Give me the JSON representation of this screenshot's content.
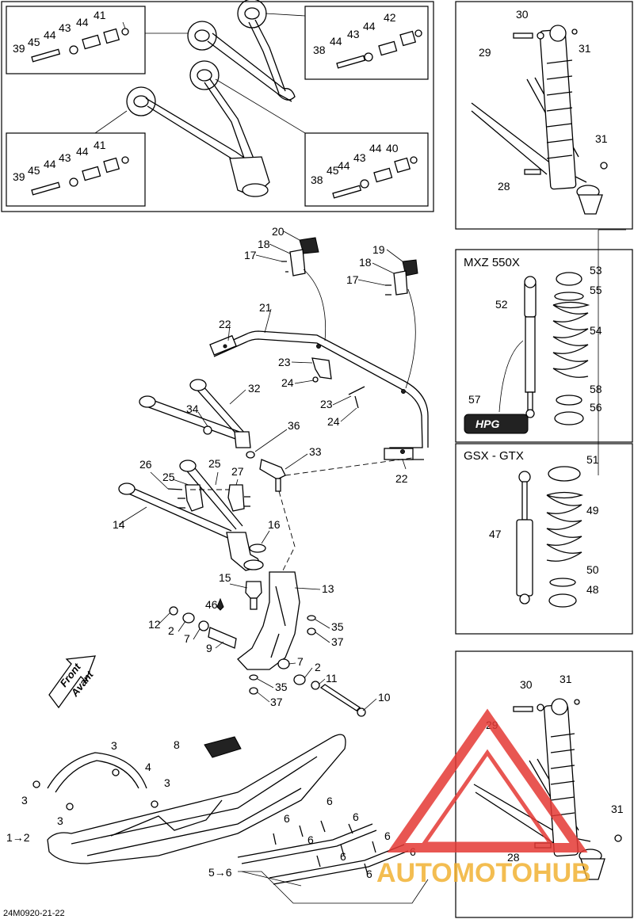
{
  "diagram_code": "24M0920-21-22",
  "watermark": {
    "brand": "AUTOMOTOHUB",
    "colors": {
      "red": "#e53935",
      "gold": "#f2b233",
      "gray": "#555555"
    }
  },
  "panels": {
    "mxz": {
      "header": "MXZ 550X",
      "hpg_logo": "HPG"
    },
    "gsx": {
      "header": "GSX - GTX"
    }
  },
  "front_label": {
    "line1": "Front",
    "line2": "Avant"
  },
  "labels": {
    "tl_41": "41",
    "tl_45": "45",
    "tl_44a": "44",
    "tl_43": "43",
    "tl_44b": "44",
    "tl_39": "39",
    "tr_42": "42",
    "tr_44a": "44",
    "tr_43": "43",
    "tr_44b": "44",
    "tr_38": "38",
    "bl_41": "41",
    "bl_45": "45",
    "bl_44a": "44",
    "bl_43": "43",
    "bl_44b": "44",
    "bl_39": "39",
    "br_40": "40",
    "br_44a": "44",
    "br_43": "43",
    "br_44b": "44",
    "br_45": "45",
    "br_38": "38",
    "s1_30": "30",
    "s1_29": "29",
    "s1_31a": "31",
    "s1_31b": "31",
    "s1_28": "28",
    "m_53": "53",
    "m_55": "55",
    "m_52": "52",
    "m_54": "54",
    "m_57": "57",
    "m_58": "58",
    "m_56": "56",
    "g_51": "51",
    "g_49": "49",
    "g_47": "47",
    "g_50": "50",
    "g_48": "48",
    "s2_30": "30",
    "s2_31a": "31",
    "s2_29": "29",
    "s2_31b": "31",
    "s2_28": "28",
    "c_20": "20",
    "c_18a": "18",
    "c_17a": "17",
    "c_19": "19",
    "c_18b": "18",
    "c_17b": "17",
    "c_21": "21",
    "c_22a": "22",
    "c_23a": "23",
    "c_24a": "24",
    "c_23b": "23",
    "c_24b": "24",
    "c_32": "32",
    "c_34": "34",
    "c_36": "36",
    "c_33": "33",
    "c_22b": "22",
    "c_26": "26",
    "c_25a": "25",
    "c_27": "27",
    "c_25b": "25",
    "c_14": "14",
    "c_16": "16",
    "c_15": "15",
    "c_13": "13",
    "c_46": "46",
    "c_12": "12",
    "c_2a": "2",
    "c_7a": "7",
    "c_9": "9",
    "c_35a": "35",
    "c_37a": "37",
    "c_7b": "7",
    "c_2b": "2",
    "c_11": "11",
    "c_35b": "35",
    "c_37b": "37",
    "c_10": "10",
    "k_8": "8",
    "k_3a": "3",
    "k_4": "4",
    "k_3b": "3",
    "k_3c": "3",
    "k_3d": "3",
    "k_12": "1→2",
    "k_56": "5→6",
    "k_6a": "6",
    "k_6b": "6",
    "k_6c": "6",
    "k_6d": "6",
    "k_6e": "6",
    "k_6f": "6",
    "k_6g": "6",
    "k_6h": "6"
  }
}
